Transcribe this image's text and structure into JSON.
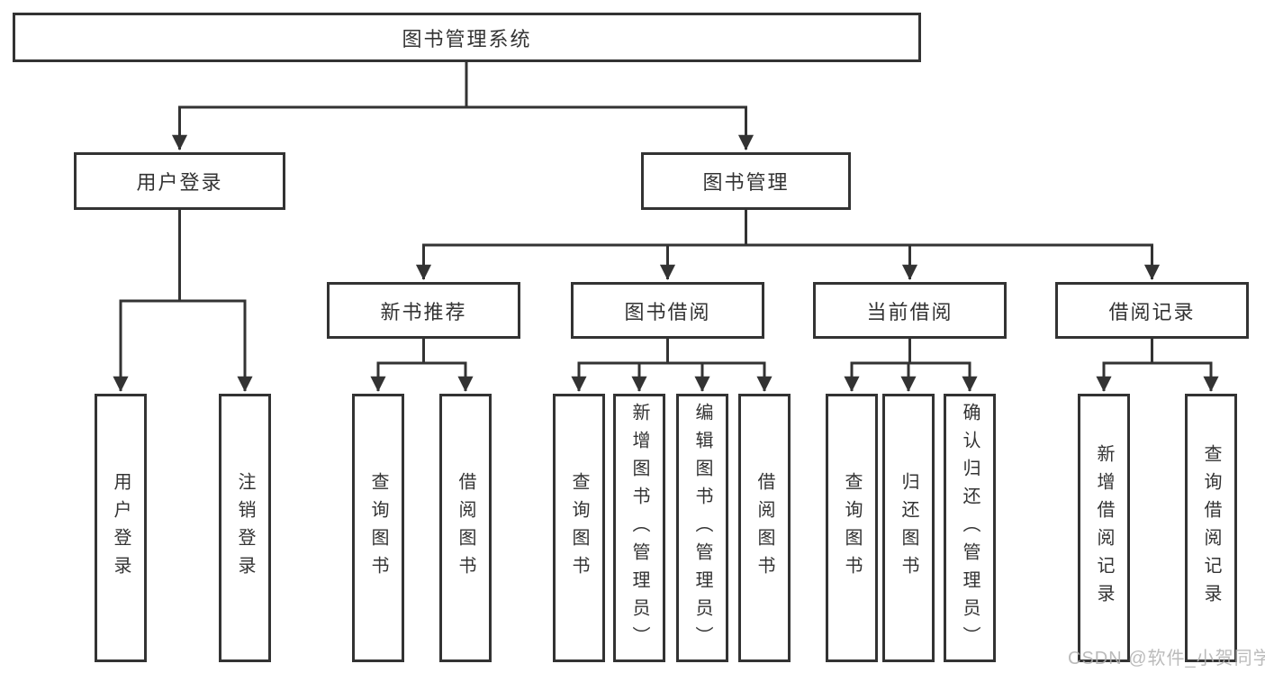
{
  "tree": {
    "label": "图书管理系统",
    "children": [
      {
        "label": "用户登录",
        "children": [
          {
            "label": "用户登录"
          },
          {
            "label": "注销登录"
          }
        ]
      },
      {
        "label": "图书管理",
        "children": [
          {
            "label": "新书推荐",
            "children": [
              {
                "label": "查询图书"
              },
              {
                "label": "借阅图书"
              }
            ]
          },
          {
            "label": "图书借阅",
            "children": [
              {
                "label": "查询图书"
              },
              {
                "label": "新增图书（管理员）"
              },
              {
                "label": "编辑图书（管理员）"
              },
              {
                "label": "借阅图书"
              }
            ]
          },
          {
            "label": "当前借阅",
            "children": [
              {
                "label": "查询图书"
              },
              {
                "label": "归还图书"
              },
              {
                "label": "确认归还（管理员）"
              }
            ]
          },
          {
            "label": "借阅记录",
            "children": [
              {
                "label": "新增借阅记录"
              },
              {
                "label": "查询借阅记录"
              }
            ]
          }
        ]
      }
    ]
  },
  "watermark": {
    "text": "CSDN @软件_小贺同学"
  },
  "colors": {
    "line": "#333333",
    "text": "#333333",
    "background": "#ffffff",
    "watermark": "#b0b0b0"
  }
}
